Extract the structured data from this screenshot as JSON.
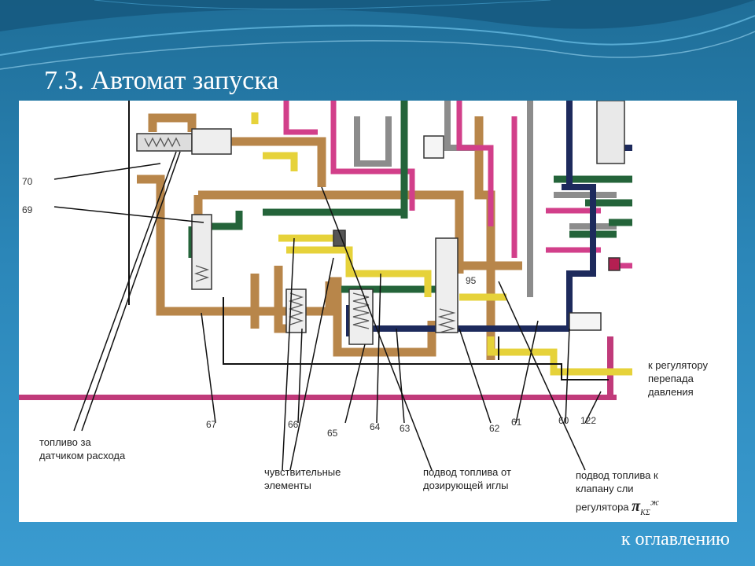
{
  "slide": {
    "title": "7.3. Автомат запуска",
    "toc_link": "к оглавлению"
  },
  "diagram": {
    "part_numbers": {
      "n70": "70",
      "n69": "69",
      "n67": "67",
      "n66": "66",
      "n65": "65",
      "n64": "64",
      "n63": "63",
      "n62": "62",
      "n61": "61",
      "n60": "60",
      "n122": "122",
      "n95": "95"
    },
    "labels": {
      "fuel_after_sensor_l1": "топливо за",
      "fuel_after_sensor_l2": "датчиком расхода",
      "sensitive_l1": "чувствительные",
      "sensitive_l2": "элементы",
      "needle_feed_l1": "подвод топлива от",
      "needle_feed_l2": "дозирующей иглы",
      "valve_feed_l1": "подвод топлива к",
      "valve_feed_l2": "клапану сли",
      "valve_feed_l3": "регулятора",
      "to_regulator_l1": "к регулятору",
      "to_regulator_l2": "перепада",
      "to_regulator_l3": "давления",
      "pi_symbol": "π",
      "pi_sub": "KΣ",
      "pi_sup": "ж"
    }
  }
}
